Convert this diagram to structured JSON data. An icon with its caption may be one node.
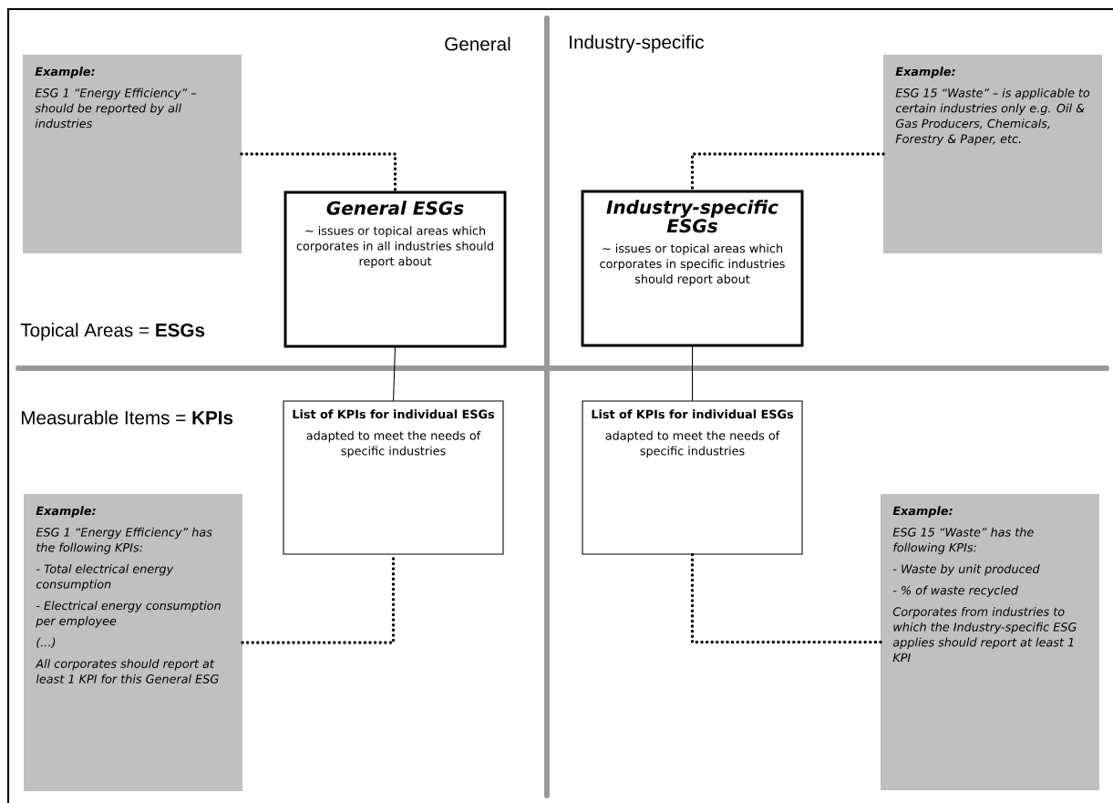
{
  "diagram": {
    "nodes": [
      {
        "text": [
          "Example:",
          "ESG 1 “Energy Efficiency” – should be reported by all industries"
        ]
      },
      {
        "text": [
          "General ESGs",
          "~ issues or topical areas which corporates in all industries should report about"
        ]
      },
      {
        "text": [
          "Industry-specific ESGs",
          "~ issues or topical areas which corporates in specific industries should report about"
        ]
      },
      {
        "text": [
          "Example:",
          "ESG 15 “Waste” – is applicable to certain industries only e.g. Oil & Gas Producers, Chemicals, Forestry & Paper, etc."
        ]
      },
      {
        "text": [
          "List of KPIs for individual ESGs",
          "adapted to meet the needs of specific industries"
        ]
      },
      {
        "text": [
          "List of KPIs for individual ESGs",
          "adapted to meet the needs of specific industries"
        ]
      },
      {
        "text": [
          "Example:",
          "ESG 1 “Energy Efficiency” has the following KPIs:",
          "- Total electrical energy consumption",
          "- Electrical energy consumption per employee",
          "(...)",
          "All corporates should report at least 1 KPI for this General ESG"
        ]
      },
      {
        "text": [
          "Example:",
          "ESG 15 “Waste” has the following KPIs:",
          "- Waste by unit produced",
          "- % of waste recycled",
          "Corporates from industries to which the Industry-specific ESG applies should report at least 1 KPI"
        ]
      }
    ],
    "edges": [
      {
        "from": 0,
        "to": 1,
        "arrow": "none",
        "style": "dashed"
      },
      {
        "from": 3,
        "to": 2,
        "arrow": "none",
        "style": "dashed"
      },
      {
        "from": 1,
        "to": 4,
        "arrow": "none"
      },
      {
        "from": 2,
        "to": 5,
        "arrow": "none"
      },
      {
        "from": 6,
        "to": 4,
        "arrow": "none",
        "style": "dashed"
      },
      {
        "from": 7,
        "to": 5,
        "arrow": "none",
        "style": "dashed"
      }
    ],
    "labels": [
      "General",
      "Industry-specific",
      "Topical Areas = **ESGs**",
      "Measurable Items = **KPIs**"
    ]
  }
}
